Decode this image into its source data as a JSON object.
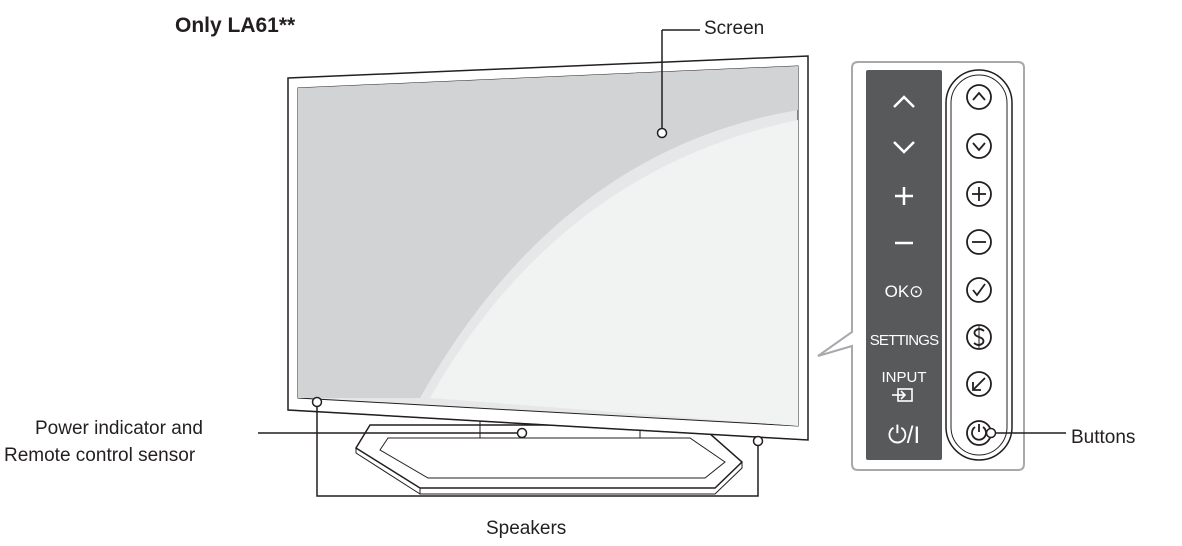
{
  "title": "Only LA61**",
  "labels": {
    "screen": "Screen",
    "power_indicator_line1": "Power indicator and",
    "power_indicator_line2": "Remote control sensor",
    "buttons": "Buttons",
    "speakers": "Speakers"
  },
  "panel_keys": {
    "up": "up-chevron-icon",
    "down": "down-chevron-icon",
    "plus": "plus-icon",
    "minus": "minus-icon",
    "ok": "OK⊙",
    "settings": "SETTINGS",
    "input": "INPUT",
    "input_icon": "input-source-icon",
    "power": "⏻/I"
  },
  "colors": {
    "panel_bg": "#58595b",
    "line": "#231f20",
    "callout_border": "#a7a9ac"
  }
}
